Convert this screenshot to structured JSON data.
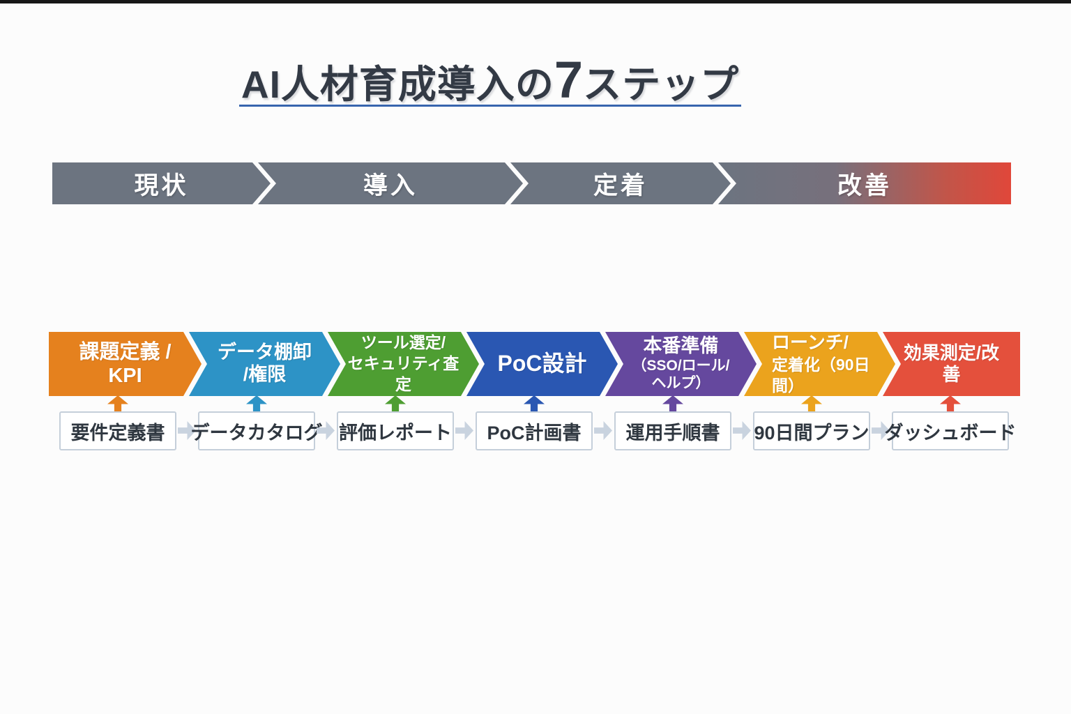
{
  "title": {
    "prefix": "AI人材育成導入の",
    "number": "7",
    "suffix": "ステップ",
    "text_color": "#333A45",
    "underline_color": "#3765AE"
  },
  "phases": [
    {
      "label": "現状",
      "color": "#6C7480"
    },
    {
      "label": "導入",
      "color": "#6C7480"
    },
    {
      "label": "定着",
      "color": "#6C7480"
    },
    {
      "label": "改善",
      "color_start": "#6C7480",
      "color_end": "#E0473A"
    }
  ],
  "steps": [
    {
      "line1": "課題定義 / KPI",
      "line2": "",
      "color": "#E5811E",
      "deliverable": "要件定義書"
    },
    {
      "line1": "データ棚卸",
      "line2": "/権限",
      "color": "#2D93C6",
      "deliverable": "データカタログ"
    },
    {
      "line1": "ツール選定/",
      "line2": "セキュリティ査定",
      "color": "#4E9E32",
      "deliverable": "評価レポート"
    },
    {
      "line1": "PoC設計",
      "line2": "",
      "color": "#2A57B2",
      "deliverable": "PoC計画書"
    },
    {
      "line1": "本番準備",
      "line2": "（SSO/ロール/ヘルプ）",
      "color": "#65489E",
      "deliverable": "運用手順書"
    },
    {
      "line1": "ローンチ/",
      "line2": "定着化（90日間）",
      "color": "#EBA31D",
      "deliverable": "90日間プラン"
    },
    {
      "line1": "効果測定/改善",
      "line2": "",
      "color": "#E4503C",
      "deliverable": "ダッシュボード"
    }
  ],
  "connectors": {
    "up_arrow_icon": "up-arrow",
    "flow_arrow_icon": "right-arrow",
    "flow_arrow_color": "#C9D3DF",
    "doc_border_color": "#C5CFDA",
    "doc_text_color": "#2F3740"
  },
  "page": {
    "background": "#FCFCFC",
    "top_bar_color": "#171717"
  }
}
